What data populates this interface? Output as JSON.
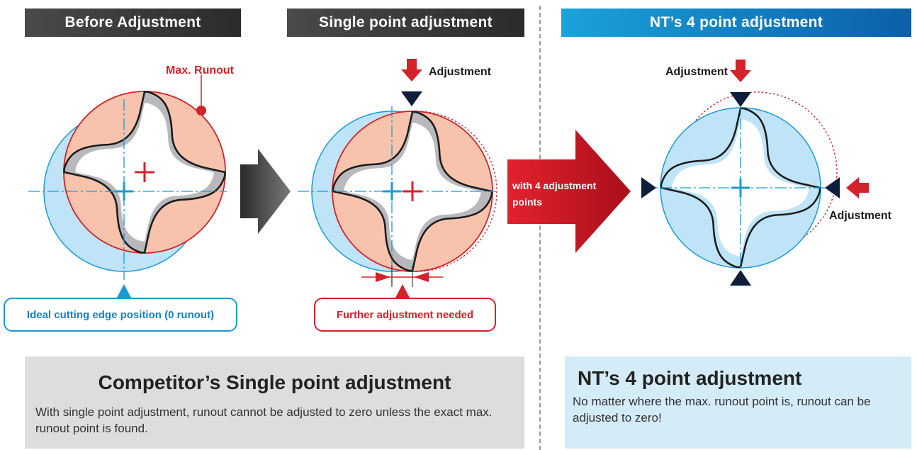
{
  "headers": {
    "before": "Before Adjustment",
    "single": "Single point adjustment",
    "nt": "NT’s 4 point adjustment"
  },
  "labels": {
    "max_runout": "Max. Runout",
    "adjustment": "Adjustment",
    "with_points_line1": "with 4 adjustment",
    "with_points_line2": "points"
  },
  "callouts": {
    "ideal": "Ideal cutting edge position (0 runout)",
    "further": "Further adjustment needed"
  },
  "panels": {
    "competitor": {
      "title": "Competitor’s Single point adjustment",
      "body": "With single point adjustment, runout cannot be adjusted to zero unless the exact  max. runout point is found."
    },
    "nt": {
      "title": "NT’s 4 point adjustment",
      "body": "No matter where the max. runout point is, runout can be adjusted to zero!"
    }
  },
  "colors": {
    "header_gray": "#3a3a3a",
    "header_blue": "#1a8fd0",
    "ideal_fill": "#bfe3f7",
    "ideal_stroke": "#1a9ad6",
    "runout_fill": "#f7c3ad",
    "runout_stroke": "#d3222a",
    "flute_gray": "#b9b9bd",
    "accent_red": "#d3222a",
    "marker_navy": "#0f1d3d"
  }
}
